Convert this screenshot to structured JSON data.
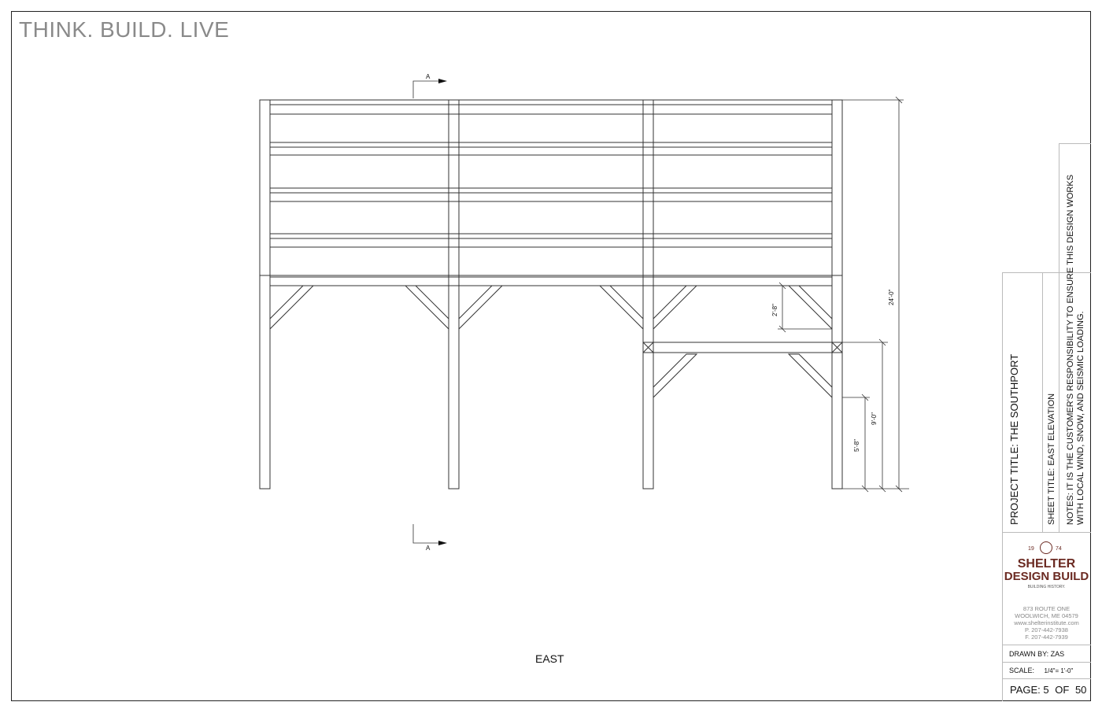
{
  "tagline": "THINK. BUILD. LIVE",
  "view_label": "EAST",
  "section_marks": {
    "top": "A",
    "bottom": "A"
  },
  "dimensions": {
    "overall_height": "24'-0\"",
    "brace_upper": "2'-8\"",
    "lower_level": "9'-0\"",
    "brace_lower": "5'-8\""
  },
  "title_block": {
    "project_title": "PROJECT TITLE:  THE SOUTHPORT",
    "sheet_title": "SHEET TITLE:  EAST ELEVATION",
    "notes_line1": "NOTES:  IT IS THE CUSTOMER'S RESPONSIBILITY TO ENSURE THIS DESIGN WORKS",
    "notes_line2": "WITH LOCAL WIND, SNOW, AND SEISMIC LOADING.",
    "logo": {
      "year_left": "19",
      "year_right": "74",
      "line1": "SHELTER",
      "line2": "DESIGN BUILD",
      "tagline": "BUILDING HISTORY.",
      "brand_color": "#6b2a22"
    },
    "address": {
      "street": "873 ROUTE ONE",
      "city": "WOOLWICH, ME 04579",
      "website": "www.shelterinstitute.com",
      "phone": "P. 207-442-7938",
      "fax": "F. 207-442-7939"
    },
    "drawn_by": "DRAWN BY: ZAS",
    "scale_label": "SCALE:",
    "scale_value": "1/4\"= 1'-0\"",
    "page_label": "PAGE:",
    "page_number": "5",
    "page_of": "OF",
    "page_total": "50"
  }
}
